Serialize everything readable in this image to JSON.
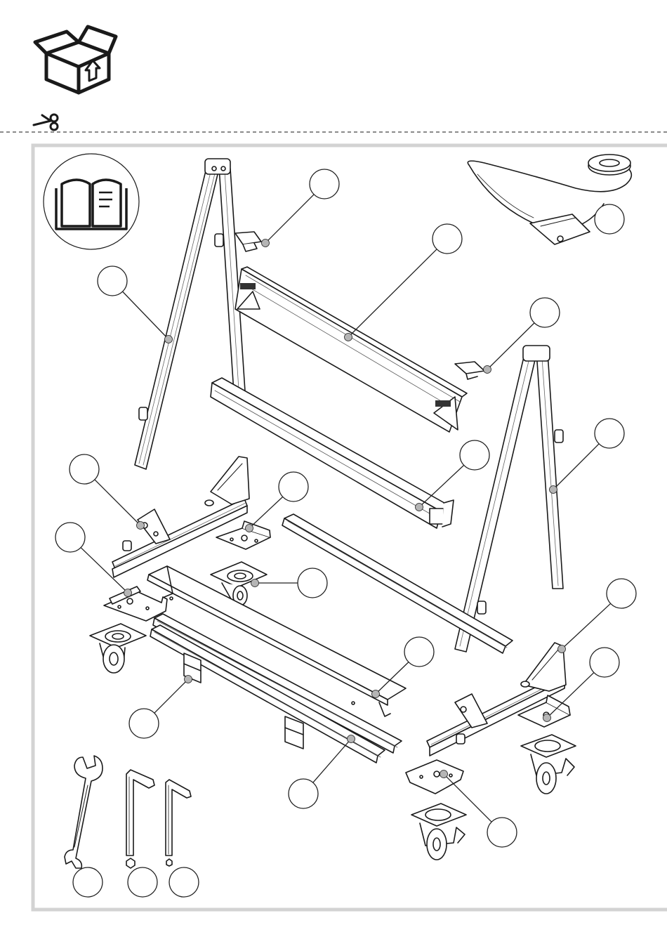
{
  "header": {
    "box_icon": "open-box-with-arrow-icon",
    "scissors_icon": "scissors-icon",
    "cut_line": "dashed-cut-line"
  },
  "manual_icon": "open-book-manual-icon",
  "colors": {
    "line": "#1a1a1a",
    "frame": "#d3d3d3",
    "callout_fill": "#ffffff",
    "callout_dot": "#b5b5b5",
    "callout_stroke": "#222222"
  },
  "parts": [
    {
      "name": "a-frame-leg-left-rear",
      "icon": "aluminium-leg-icon"
    },
    {
      "name": "hinge-bracket-top",
      "icon": "bracket-icon"
    },
    {
      "name": "cross-beam-upper",
      "icon": "beam-icon"
    },
    {
      "name": "ratchet-strap",
      "icon": "ratchet-strap-icon"
    },
    {
      "name": "hinge-bracket-right",
      "icon": "bracket-icon"
    },
    {
      "name": "a-frame-leg-right",
      "icon": "aluminium-leg-icon"
    },
    {
      "name": "cross-beam-lower",
      "icon": "beam-icon"
    },
    {
      "name": "base-foot-left",
      "icon": "folding-foot-icon"
    },
    {
      "name": "caster-plate-center",
      "icon": "mounting-plate-icon"
    },
    {
      "name": "caster-wheel-center",
      "icon": "caster-wheel-icon"
    },
    {
      "name": "caster-plate-left",
      "icon": "mounting-plate-icon"
    },
    {
      "name": "base-foot-right",
      "icon": "folding-foot-icon"
    },
    {
      "name": "caster-plate-right",
      "icon": "mounting-plate-icon"
    },
    {
      "name": "cover-plate",
      "icon": "cover-plate-icon"
    },
    {
      "name": "connector-clip",
      "icon": "clip-icon"
    },
    {
      "name": "base-rails",
      "icon": "rail-icon"
    },
    {
      "name": "caster-plate-front",
      "icon": "mounting-plate-icon"
    },
    {
      "name": "open-end-wrench",
      "icon": "wrench-icon"
    },
    {
      "name": "hex-key-large",
      "icon": "hex-key-icon"
    },
    {
      "name": "hex-key-small",
      "icon": "hex-key-icon"
    }
  ]
}
